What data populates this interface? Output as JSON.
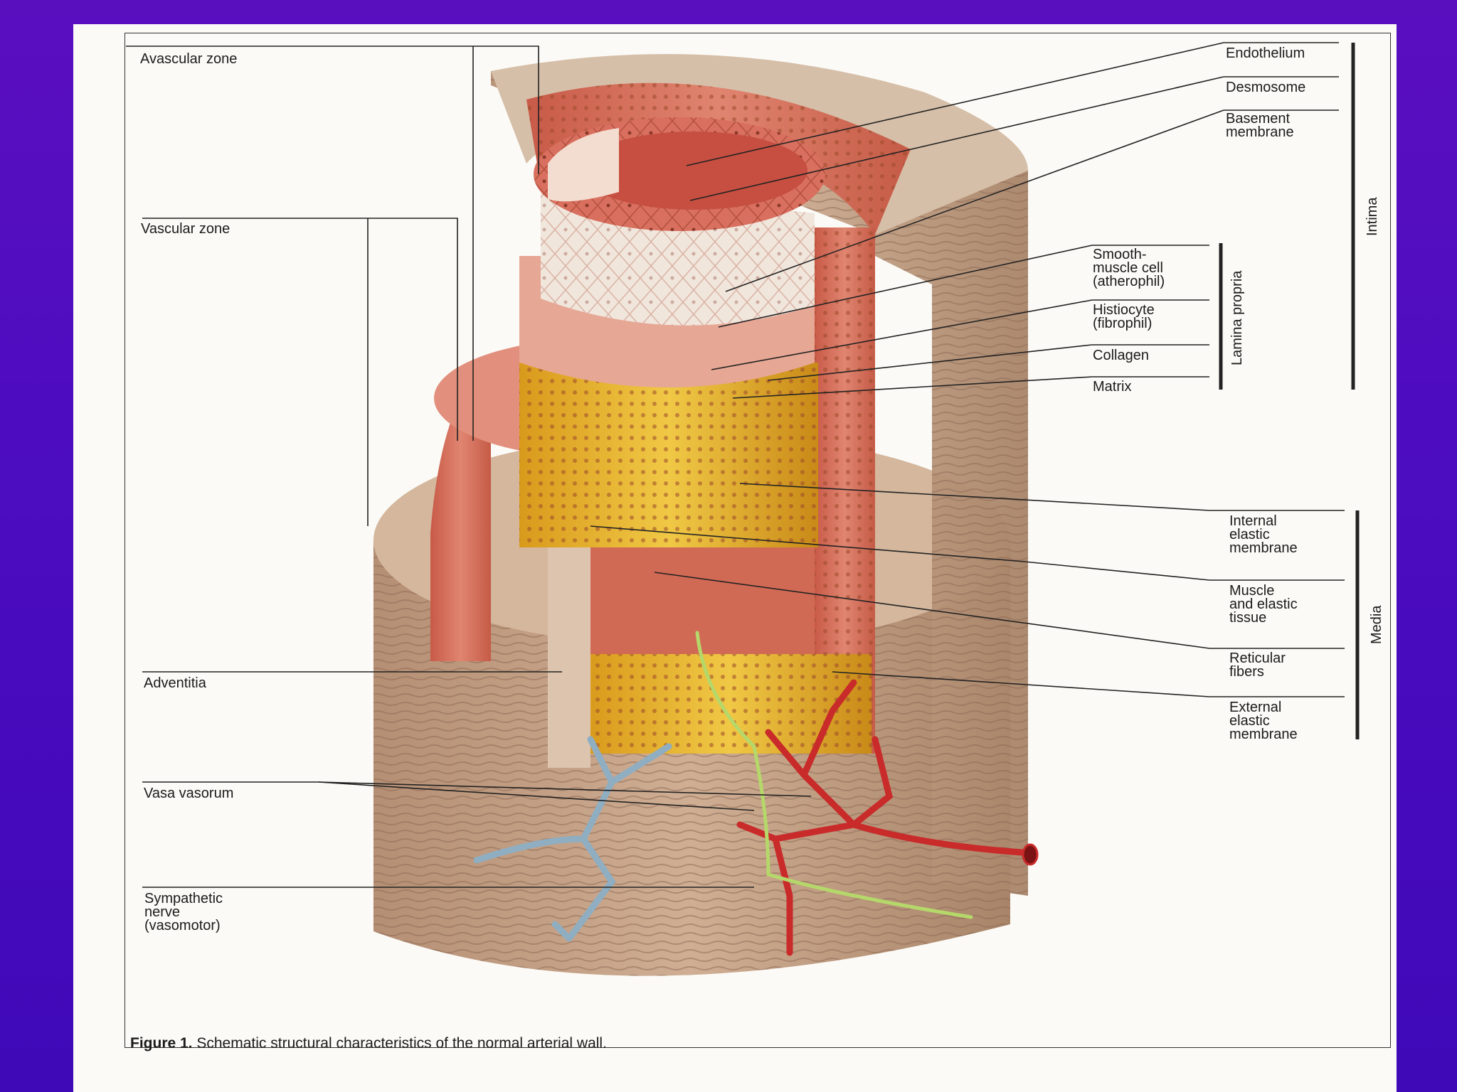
{
  "figure": {
    "caption_label": "Figure 1.",
    "caption_text": "Schematic structural characteristics of the normal arterial wall."
  },
  "left_labels": {
    "avascular_zone": "Avascular zone",
    "vascular_zone": "Vascular zone",
    "adventitia": "Adventitia",
    "vasa_vasorum": "Vasa vasorum",
    "sympathetic_nerve": "Sympathetic\nnerve\n(vasomotor)"
  },
  "right_labels": {
    "endothelium": "Endothelium",
    "desmosome": "Desmosome",
    "basement_membrane": "Basement\nmembrane",
    "smooth_muscle_cell": "Smooth-\nmuscle cell\n(atherophil)",
    "histiocyte": "Histiocyte\n(fibrophil)",
    "collagen": "Collagen",
    "matrix": "Matrix",
    "internal_elastic_membrane": "Internal\nelastic\nmembrane",
    "muscle_elastic_tissue": "Muscle\nand elastic\ntissue",
    "reticular_fibers": "Reticular\nfibers",
    "external_elastic_membrane": "External\nelastic\nmembrane"
  },
  "brackets": {
    "intima": "Intima",
    "lamina_propria": "Lamina propria",
    "media": "Media"
  },
  "colors": {
    "background": "#4d0cc0",
    "adventitia": "#c9a58a",
    "media": "#d9735f",
    "elastic": "#e7b52c",
    "endothelium": "#e48b77",
    "artery": "#c92a2a",
    "vein": "#8aa9bd",
    "nerve": "#b5d86a"
  }
}
